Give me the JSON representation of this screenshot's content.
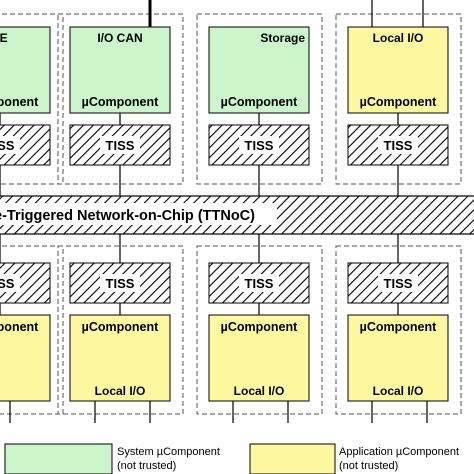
{
  "colors": {
    "system": "#ccf5cc",
    "application": "#fdf8a0",
    "frame": "#555555",
    "stroke": "#000000"
  },
  "top_row": [
    {
      "label": "TE",
      "sublabel": "µComponent",
      "tiss": "TISS",
      "kind": "system",
      "partial": true
    },
    {
      "label": "I/O CAN",
      "sublabel": "µComponent",
      "tiss": "TISS",
      "kind": "system"
    },
    {
      "label": "Storage",
      "sublabel": "µComponent",
      "tiss": "TISS",
      "kind": "system"
    },
    {
      "label": "Local I/O",
      "sublabel": "µComponent",
      "tiss": "TISS",
      "kind": "application"
    }
  ],
  "network": {
    "label": "e-Triggered Network-on-Chip (TTNoC)"
  },
  "bottom_row": [
    {
      "label": "",
      "sublabel": "µComponent",
      "tiss": "TISS",
      "kind": "application",
      "partial": true
    },
    {
      "label": "Local I/O",
      "sublabel": "µComponent",
      "tiss": "TISS",
      "kind": "application"
    },
    {
      "label": "Local I/O",
      "sublabel": "µComponent",
      "tiss": "TISS",
      "kind": "application"
    },
    {
      "label": "Local I/O",
      "sublabel": "µComponent",
      "tiss": "TISS",
      "kind": "application"
    }
  ],
  "legend": {
    "system": {
      "line1": "System µComponent",
      "line2": "(not trusted)"
    },
    "application": {
      "line1": "Application µComponent",
      "line2": "(not trusted)"
    }
  }
}
